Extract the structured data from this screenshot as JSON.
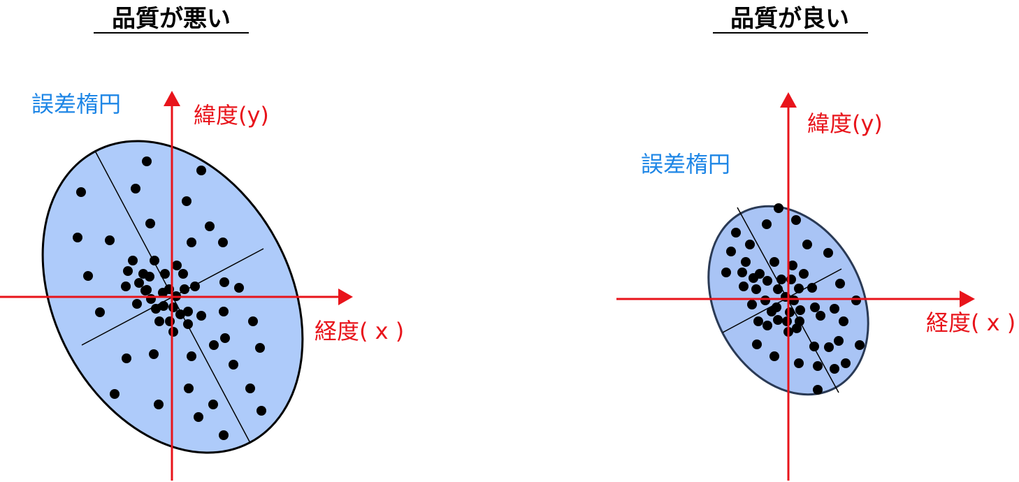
{
  "panels": [
    {
      "title": "品質が悪い",
      "x_axis_label": "経度( x )",
      "y_axis_label": "緯度(y)",
      "ellipse_label": "誤差楕円",
      "colors": {
        "ellipse_fill": "#aecbfa",
        "axis": "#e8141b",
        "label": "#1e86e6"
      }
    },
    {
      "title": "品質が良い",
      "x_axis_label": "経度( x )",
      "y_axis_label": "緯度(y)",
      "ellipse_label": "誤差楕円",
      "colors": {
        "ellipse_fill": "#a9c4f5",
        "axis": "#e8141b",
        "label": "#1e86e6"
      }
    }
  ]
}
